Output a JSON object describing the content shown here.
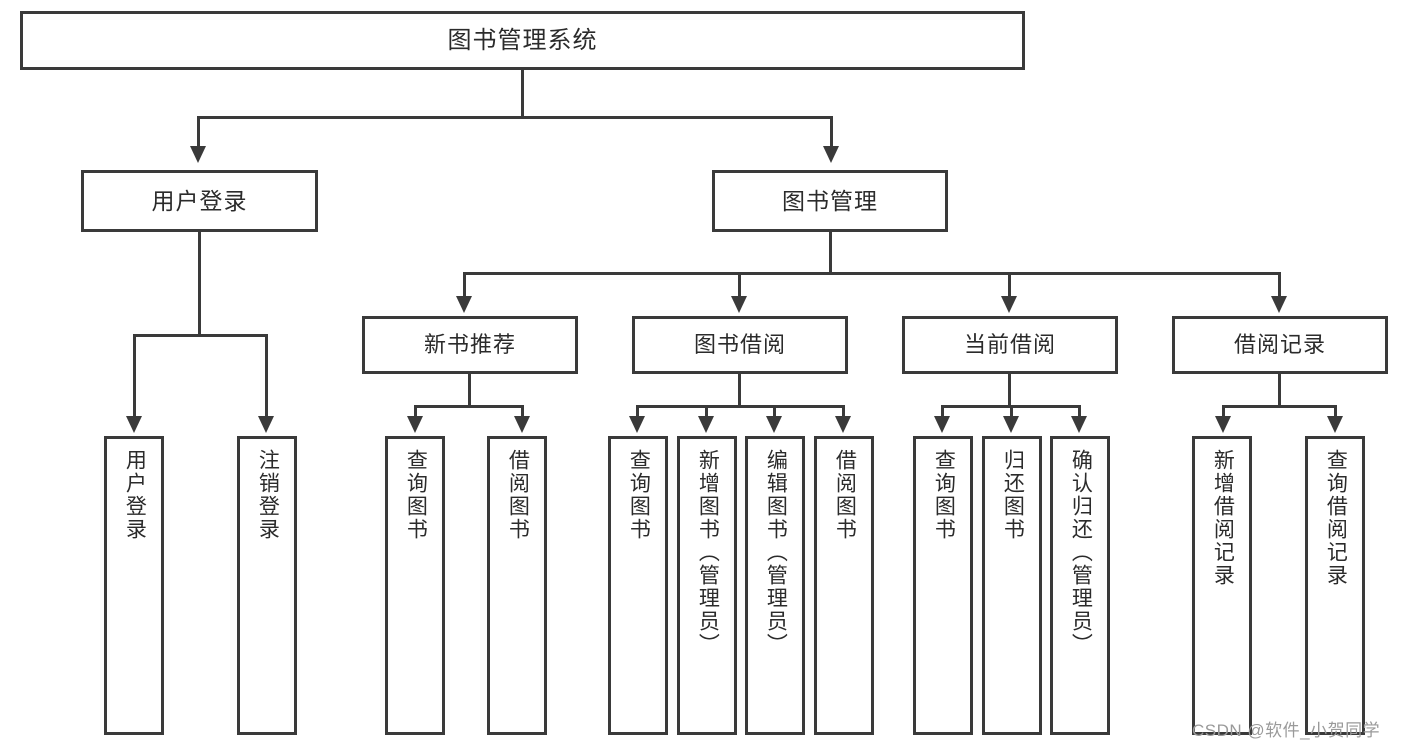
{
  "diagram": {
    "title": "图书管理系统",
    "type": "functional-structure-tree",
    "background_color": "#ffffff",
    "line_color": "#3a3a3a",
    "text_color": "#2b2b2b"
  },
  "root": {
    "label": "图书管理系统"
  },
  "level1": [
    {
      "label": "用户登录"
    },
    {
      "label": "图书管理"
    }
  ],
  "level2": [
    {
      "label": "新书推荐"
    },
    {
      "label": "图书借阅"
    },
    {
      "label": "当前借阅"
    },
    {
      "label": "借阅记录"
    }
  ],
  "leaves": {
    "user_login": [
      {
        "label": "用户登录"
      },
      {
        "label": "注销登录"
      }
    ],
    "new_book_recommend": [
      {
        "label": "查询图书"
      },
      {
        "label": "借阅图书"
      }
    ],
    "book_borrow": [
      {
        "label": "查询图书"
      },
      {
        "label": "新增图书（管理员）"
      },
      {
        "label": "编辑图书（管理员）"
      },
      {
        "label": "借阅图书"
      }
    ],
    "current_borrow": [
      {
        "label": "查询图书"
      },
      {
        "label": "归还图书"
      },
      {
        "label": "确认归还（管理员）"
      }
    ],
    "borrow_record": [
      {
        "label": "新增借阅记录"
      },
      {
        "label": "查询借阅记录"
      }
    ]
  },
  "watermark": {
    "text": "CSDN @软件_小贺同学"
  }
}
